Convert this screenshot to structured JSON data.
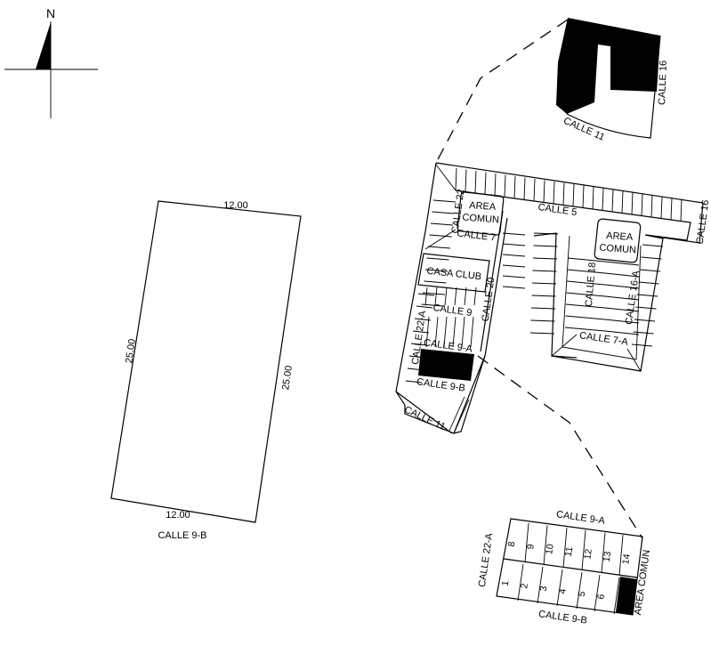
{
  "north_arrow": {
    "label": "N"
  },
  "lot": {
    "top_dimension": "12.00",
    "bottom_dimension": "12.00",
    "left_dimension": "25.00",
    "right_dimension": "25.00",
    "street": "CALLE 9-B"
  },
  "top_block": {
    "street_bottom": "CALLE 11",
    "street_right": "CALLE 16"
  },
  "complex": {
    "streets": {
      "calle_22": "CALLE 22",
      "calle_7": "CALLE 7",
      "calle_5": "CALLE 5",
      "calle_16": "CALLE 16",
      "calle_20": "CALLE 20",
      "calle_9": "CALLE 9",
      "calle_22a": "CALLE 22-A",
      "calle_9a": "CALLE 9-A",
      "calle_9b": "CALLE 9-B",
      "calle_18": "CALLE 18",
      "calle_16a": "CALLE 16-A",
      "calle_7a": "CALLE 7-A",
      "calle_11": "CALLE 11"
    },
    "area_comun_1": [
      "AREA",
      "COMUN"
    ],
    "area_comun_2": [
      "AREA",
      "COMUN"
    ],
    "casa_club": "CASA CLUB"
  },
  "detail_block": {
    "street_top": "CALLE 9-A",
    "street_bottom": "CALLE 9-B",
    "street_left": "CALLE 22-A",
    "area_label": "AREA COMUN",
    "top_row": [
      "8",
      "9",
      "10",
      "11",
      "12",
      "13",
      "14"
    ],
    "bottom_row": [
      "1",
      "2",
      "3",
      "4",
      "5",
      "6"
    ]
  }
}
